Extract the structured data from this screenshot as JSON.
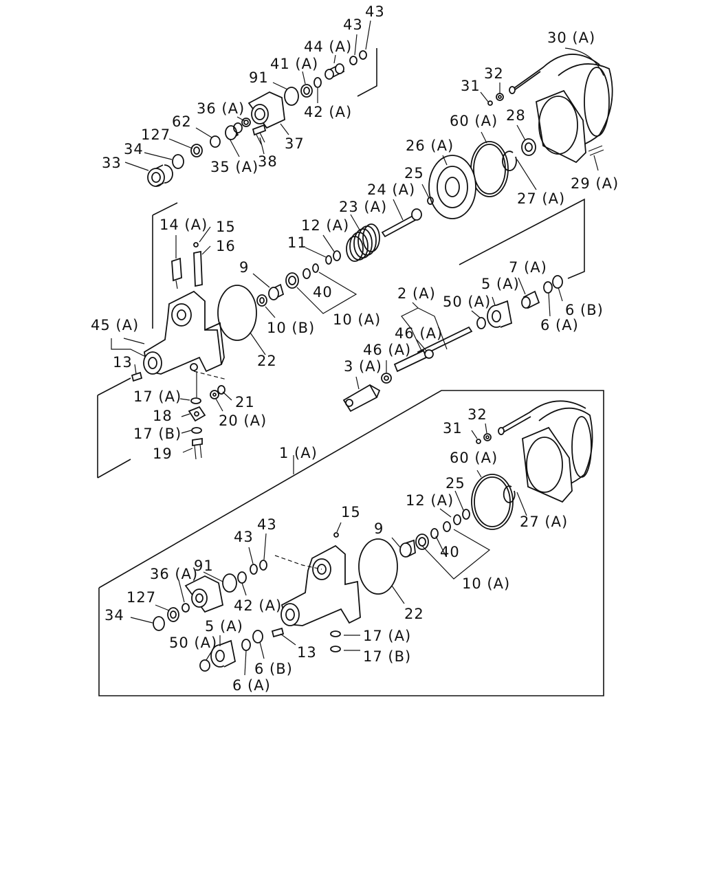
{
  "labels": {
    "l43a": "43",
    "l43b": "43",
    "l44a": "44 (A)",
    "l41a": "41 (A)",
    "l91a": "91",
    "l36a": "36 (A)",
    "l62": "62",
    "l127a": "127",
    "l34a": "34",
    "l33": "33",
    "l35a": "35 (A)",
    "l38": "38",
    "l37": "37",
    "l42a": "42 (A)",
    "l30a": "30 (A)",
    "l31a": "31",
    "l32a": "32",
    "l60a": "60 (A)",
    "l28": "28",
    "l26": "26 (A)",
    "l25a": "25",
    "l29": "29 (A)",
    "l27a": "27 (A)",
    "l24": "24 (A)",
    "l23": "23 (A)",
    "l12a": "12 (A)",
    "l11": "11",
    "l14": "14 (A)",
    "l15a": "15",
    "l16": "16",
    "l9a": "9",
    "l40a": "40",
    "l10b": "10 (B)",
    "l10a1": "10 (A)",
    "l22a": "22",
    "l7": "7 (A)",
    "l5a1": "5 (A)",
    "l50a1": "50 (A)",
    "l2": "2 (A)",
    "l6b1": "6 (B)",
    "l6a1": "6 (A)",
    "l46b": "46 (A)",
    "l46a": "46 (A)",
    "l3": "3 (A)",
    "l45": "45 (A)",
    "l13a": "13",
    "l17a1": "17 (A)",
    "l21": "21",
    "l18": "18",
    "l20": "20 (A)",
    "l17b1": "17 (B)",
    "l19": "19",
    "l1": "1 (A)",
    "l31b": "31",
    "l32b": "32",
    "l60b": "60 (A)",
    "l25b": "25",
    "l12b": "12 (A)",
    "l27b": "27 (A)",
    "l15b": "15",
    "l43c": "43",
    "l43d": "43",
    "l9b": "9",
    "l40b": "40",
    "l10a2": "10 (A)",
    "l36b": "36 (A)",
    "l91b": "91",
    "l42b": "42 (A)",
    "l22b": "22",
    "l127b": "127",
    "l34b": "34",
    "l5a2": "5 (A)",
    "l50a2": "50 (A)",
    "l17a2": "17 (A)",
    "l17b2": "17 (B)",
    "l13b": "13",
    "l6b2": "6 (B)",
    "l6a2": "6 (A)"
  }
}
